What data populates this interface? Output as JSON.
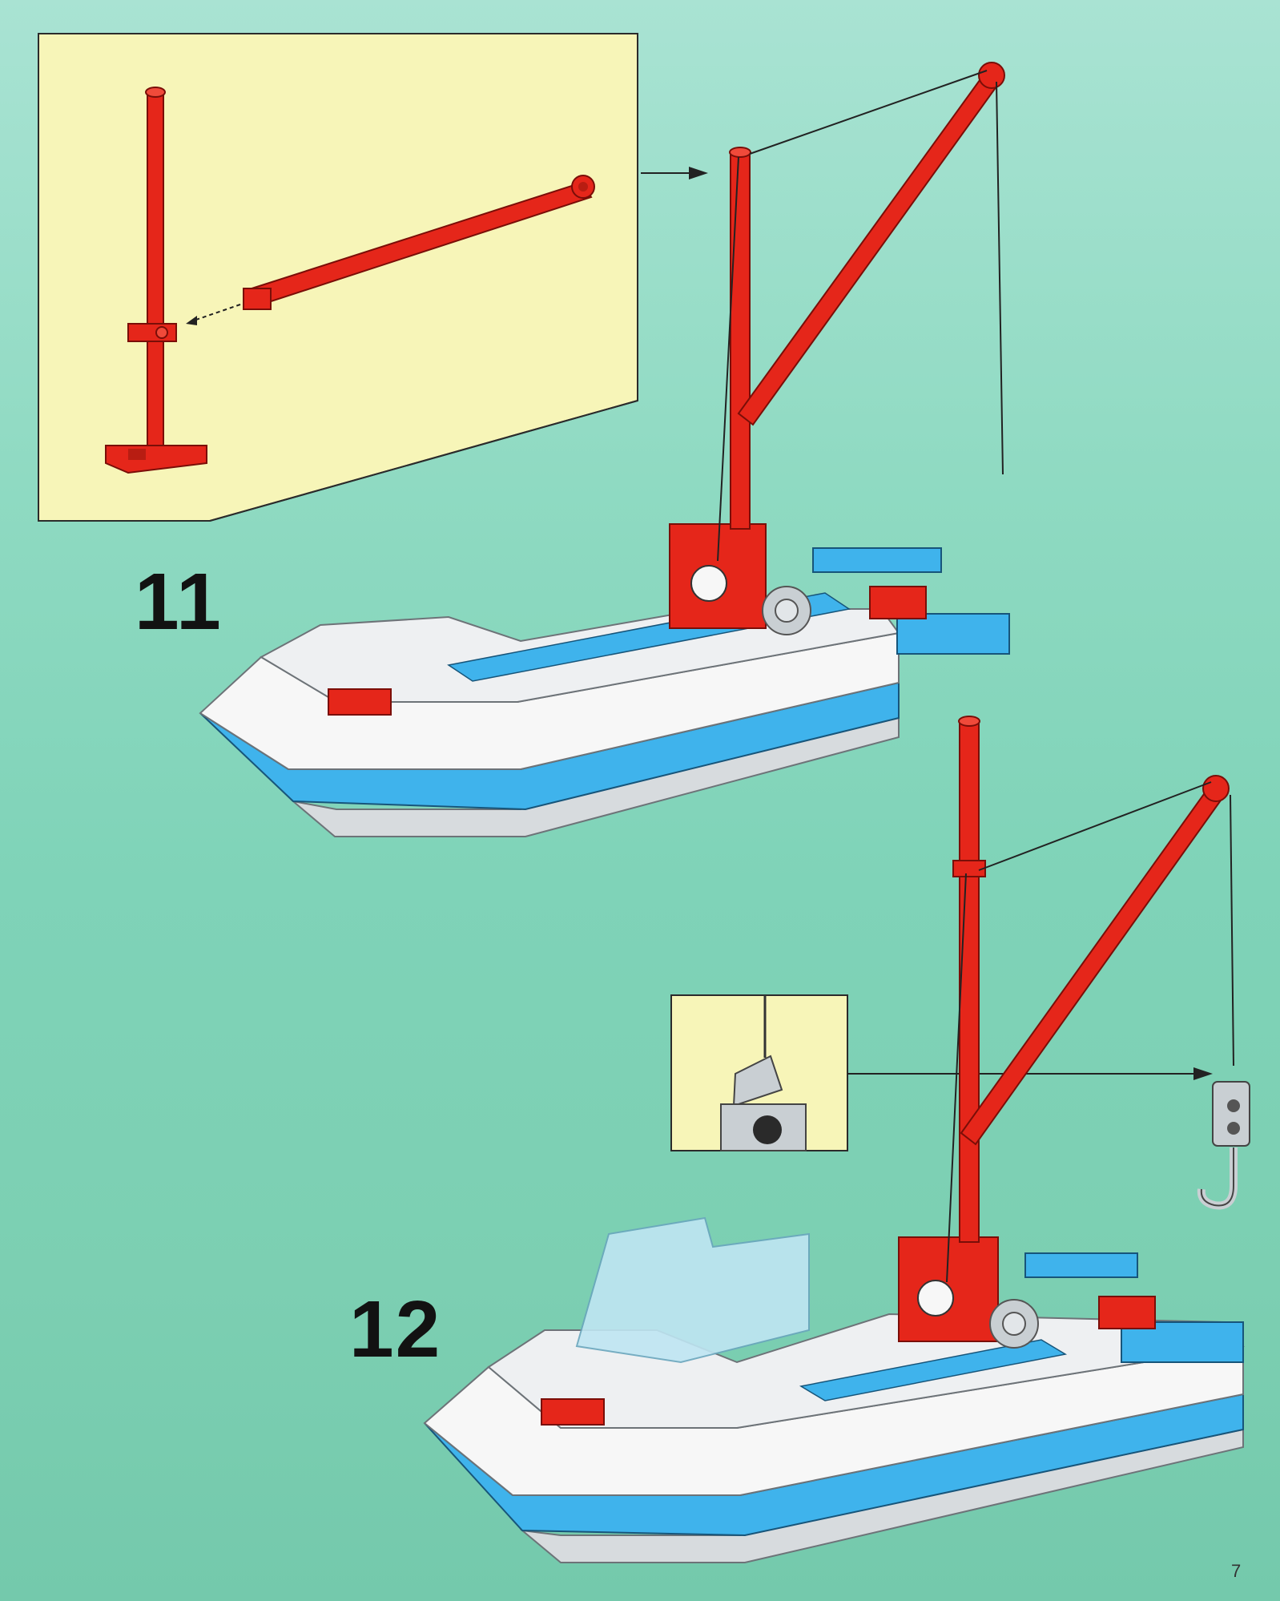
{
  "steps": [
    {
      "number": "11"
    },
    {
      "number": "12"
    }
  ],
  "page_number": "7",
  "colors": {
    "background": "#8fdac2",
    "inset_background": "#f7f5b8",
    "brick_red": "#e5261a",
    "brick_white": "#f7f7f7",
    "brick_blue": "#3fb3ec",
    "brick_gray": "#c9cfd3",
    "trans_light_blue": "#bfe6f3"
  },
  "icons": [
    "arrow-right-icon",
    "dashed-arrow-left-icon"
  ]
}
